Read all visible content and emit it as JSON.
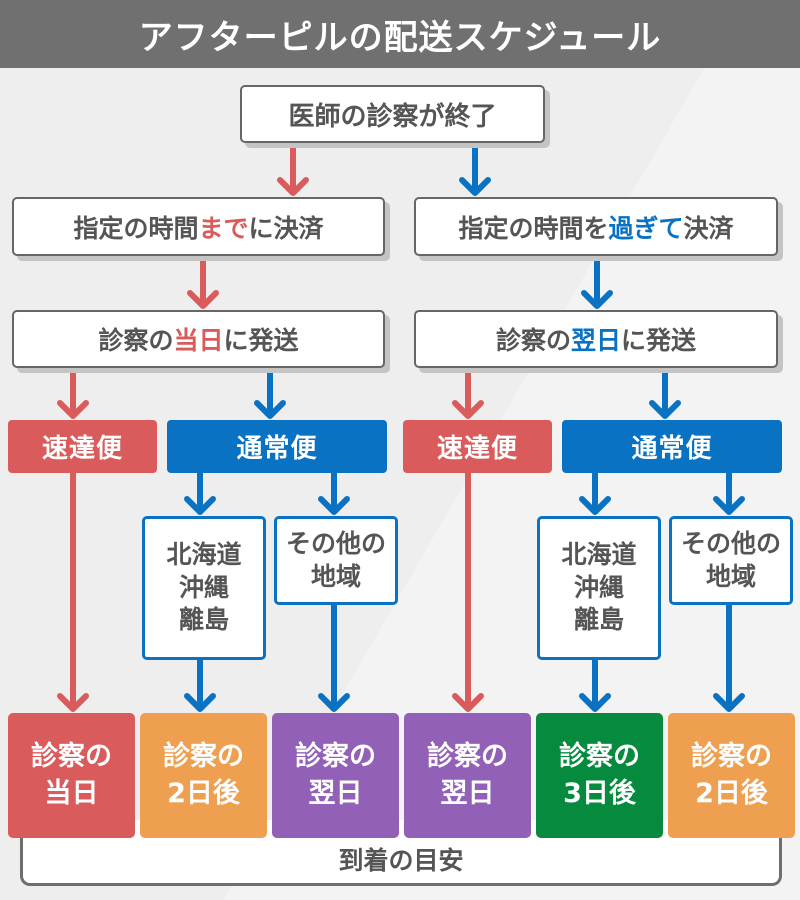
{
  "header": {
    "title": "アフターピルの配送スケジュール"
  },
  "colors": {
    "red": "#d95b5b",
    "blue": "#0a72c3",
    "orange": "#eea050",
    "purple": "#9260b6",
    "green": "#068a3e",
    "header_bg": "#707070"
  },
  "top": {
    "label": "医師の診察が終了"
  },
  "left": {
    "payment": {
      "pre": "指定の時間",
      "highlight": "まで",
      "post": "に決済"
    },
    "ship": {
      "pre": "診察の",
      "highlight": "当日",
      "post": "に発送"
    },
    "express_label": "速達便",
    "normal_label": "通常便",
    "region_a": [
      "北海道",
      "沖縄",
      "離島"
    ],
    "region_b": [
      "その他の",
      "地域"
    ]
  },
  "right": {
    "payment": {
      "pre": "指定の時間を",
      "highlight": "過ぎて",
      "post": "決済"
    },
    "ship": {
      "pre": "診察の",
      "highlight": "翌日",
      "post": "に発送"
    },
    "express_label": "速達便",
    "normal_label": "通常便",
    "region_a": [
      "北海道",
      "沖縄",
      "離島"
    ],
    "region_b": [
      "その他の",
      "地域"
    ]
  },
  "results": [
    {
      "line1": "診察の",
      "line2": "当日",
      "color": "red"
    },
    {
      "line1": "診察の",
      "line2": "2日後",
      "color": "orange"
    },
    {
      "line1": "診察の",
      "line2": "翌日",
      "color": "purple"
    },
    {
      "line1": "診察の",
      "line2": "翌日",
      "color": "purple"
    },
    {
      "line1": "診察の",
      "line2": "3日後",
      "color": "green"
    },
    {
      "line1": "診察の",
      "line2": "2日後",
      "color": "orange"
    }
  ],
  "footer": {
    "label": "到着の目安"
  }
}
